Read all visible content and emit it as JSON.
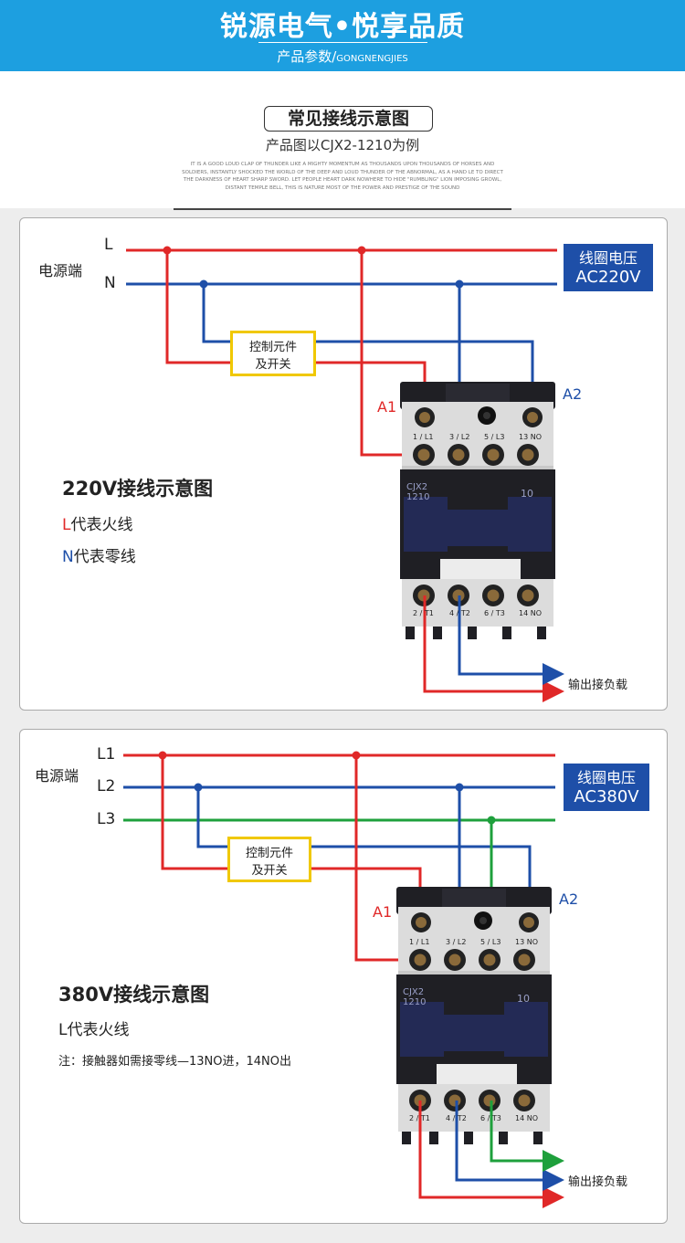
{
  "header": {
    "title": "锐源电气•悦享品质",
    "subtitle_cn": "产品参数/",
    "subtitle_en": "GONGNENGJIES"
  },
  "section": {
    "title": "常见接线示意图",
    "subtitle": "产品图以CJX2-1210为例",
    "en_text": "IT IS A GOOD LOUD CLAP OF THUNDER LIKE A MIGHTY MOMENTUM AS THOUSANDS UPON THOUSANDS OF HORSES AND SOLDIERS, INSTANTLY SHOCKED THE WORLD OF THE DEEP AND LOUD THUNDER OF THE ABNORMAL, AS A HAND LE TO DIRECT THE DARKNESS OF HEART SHARP SWORD. LET PEOPLE HEART DARK NOWHERE TO HIDE \"RUMBLING\" LION IMPOSING GROWL, DISTANT TEMPLE BELL, THIS IS NATURE MOST OF THE POWER AND PRESTIGE OF THE SOUND"
  },
  "diagram1": {
    "power_label": "电源端",
    "line_L": "L",
    "line_N": "N",
    "coil_voltage_line1": "线圈电压",
    "coil_voltage_line2": "AC220V",
    "control_line1": "控制元件",
    "control_line2": "及开关",
    "a1": "A1",
    "a2": "A2",
    "title": "220V接线示意图",
    "legend_L_letter": "L",
    "legend_L_text": "代表火线",
    "legend_N_letter": "N",
    "legend_N_text": "代表零线",
    "output_label": "输出接负载"
  },
  "diagram2": {
    "power_label": "电源端",
    "line_L1": "L1",
    "line_L2": "L2",
    "line_L3": "L3",
    "coil_voltage_line1": "线圈电压",
    "coil_voltage_line2": "AC380V",
    "control_line1": "控制元件",
    "control_line2": "及开关",
    "a1": "A1",
    "a2": "A2",
    "title": "380V接线示意图",
    "legend_L": "L代表火线",
    "note": "注：接触器如需接零线—13NO进，14NO出",
    "output_label": "输出接负载"
  },
  "contactor": {
    "top_terminals": [
      "1 / L1",
      "3 / L2",
      "5 / L3",
      "13 NO"
    ],
    "bottom_terminals": [
      "2 / T1",
      "4 / T2",
      "6 / T3",
      "14 NO"
    ],
    "model_line1": "CJX2",
    "model_line2": "1210",
    "rating": "10"
  },
  "colors": {
    "banner": "#1d9fe0",
    "red_wire": "#e02828",
    "blue_wire": "#1e4fa8",
    "green_wire": "#1ea03c",
    "voltage_box": "#1e4fa8",
    "control_box_border": "#f0c800"
  }
}
